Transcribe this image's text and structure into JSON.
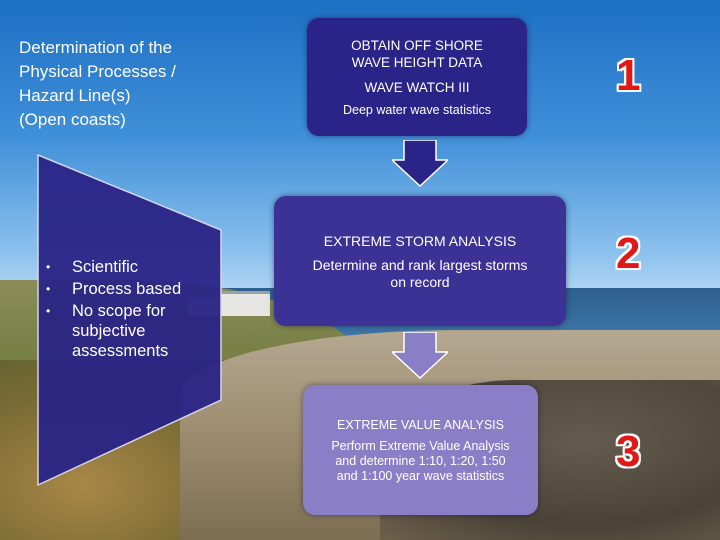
{
  "left_panel": {
    "title_lines": [
      "Determination of the",
      "Physical Processes /",
      "Hazard Line(s)",
      "(Open coasts)"
    ],
    "bullets": [
      "Scientific",
      "Process based",
      "No scope for subjective assessments"
    ]
  },
  "steps": [
    {
      "number": "1",
      "lines": [
        "OBTAIN OFF SHORE",
        "WAVE HEIGHT DATA",
        "WAVE WATCH III",
        "Deep water wave statistics"
      ]
    },
    {
      "number": "2",
      "lines": [
        "EXTREME STORM ANALYSIS",
        "Determine and rank largest storms",
        "on record"
      ]
    },
    {
      "number": "3",
      "lines": [
        "EXTREME VALUE ANALYSIS",
        "Perform Extreme Value Analysis",
        "and determine 1:10, 1:20, 1:50",
        "and 1:100 year wave statistics"
      ]
    }
  ],
  "colors": {
    "box_dark": "#2b2488",
    "box_mid": "#3c3296",
    "box_light": "#8a7fc6",
    "arrow": "#8a7fc6",
    "number_red": "#e11818"
  }
}
